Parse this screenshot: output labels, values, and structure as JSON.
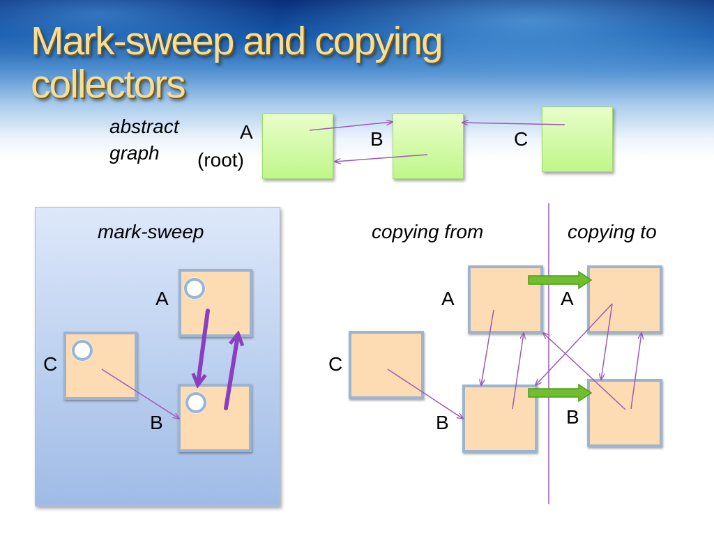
{
  "title": "Mark-sweep and copying collectors",
  "abstract": {
    "caption_line1": "abstract",
    "caption_line2": "graph",
    "label_a": "A",
    "label_root": "(root)",
    "label_b": "B",
    "label_c": "C"
  },
  "mark_sweep": {
    "title": "mark-sweep",
    "label_a": "A",
    "label_b": "B",
    "label_c": "C"
  },
  "copying": {
    "from_title": "copying from",
    "to_title": "copying to",
    "from_label_a": "A",
    "from_label_b": "B",
    "from_label_c": "C",
    "to_label_a": "A",
    "to_label_b": "B"
  },
  "colors": {
    "pointer": "#9b59b6",
    "mark_arrow": "#8a3fbf",
    "forward_arrow": "#6fbf2e",
    "node_fill": "#fddcb3",
    "node_border": "#9cb4cf",
    "graph_node": "#c8f79a"
  }
}
